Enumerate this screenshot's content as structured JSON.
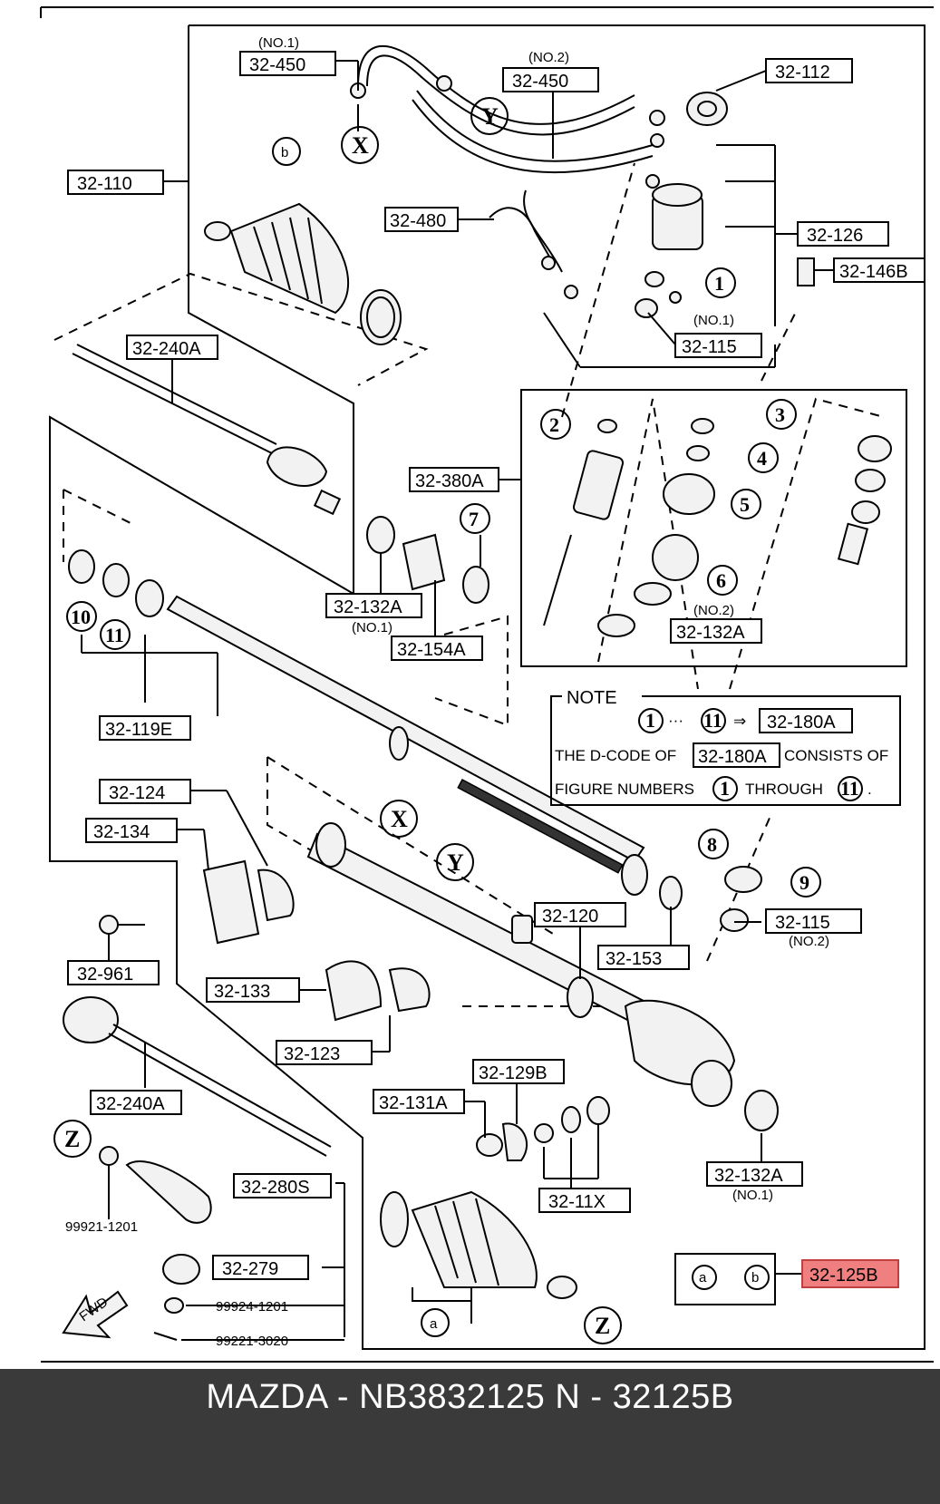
{
  "labels": {
    "p32_450_no1_note": "(NO.1)",
    "p32_450_no1": "32-450",
    "p32_450_no2_note": "(NO.2)",
    "p32_450_no2": "32-450",
    "p32_112": "32-112",
    "p32_110": "32-110",
    "p32_480": "32-480",
    "p32_126": "32-126",
    "p32_146b": "32-146B",
    "p32_115_no1_note": "(NO.1)",
    "p32_115_no1": "32-115",
    "p32_240a_top": "32-240A",
    "p32_380a": "32-380A",
    "p32_132a_no2_note": "(NO.2)",
    "p32_132a_no2": "32-132A",
    "p32_132a_no1": "32-132A",
    "p32_132a_no1_note": "(NO.1)",
    "p32_154a": "32-154A",
    "p32_119e": "32-119E",
    "p32_124": "32-124",
    "p32_134": "32-134",
    "p32_120": "32-120",
    "p32_153": "32-153",
    "p32_115_no2": "32-115",
    "p32_115_no2_note": "(NO.2)",
    "p32_961": "32-961",
    "p32_133": "32-133",
    "p32_123": "32-123",
    "p32_240a_bottom": "32-240A",
    "p32_129b": "32-129B",
    "p32_131a": "32-131A",
    "p32_11x": "32-11X",
    "p32_132a_bottom": "32-132A",
    "p32_132a_bottom_note": "(NO.1)",
    "p32_280s": "32-280S",
    "p32_279": "32-279",
    "p99921_1201": "99921-1201",
    "p99924_1201": "99924-1201",
    "p99221_3020": "99221-3020",
    "p32_125b": "32-125B",
    "fwd": "FWD"
  },
  "callouts": {
    "c1": "1",
    "c2": "2",
    "c3": "3",
    "c4": "4",
    "c5": "5",
    "c6": "6",
    "c7": "7",
    "c8": "8",
    "c9": "9",
    "c10": "10",
    "c11": "11",
    "x_top": "X",
    "y_top": "Y",
    "x_mid": "X",
    "y_mid": "Y",
    "z_left": "Z",
    "z_right": "Z",
    "a_small": "a",
    "b_small": "b",
    "a_boot": "a",
    "b_boot": "b"
  },
  "note": {
    "title": "NOTE",
    "from": "1",
    "to": "11",
    "code": "32-180A",
    "line2_pre": "THE D-CODE OF",
    "line2_code": "32-180A",
    "line2_post": "CONSISTS OF",
    "line3_pre": "FIGURE NUMBERS",
    "line3_from": "1",
    "line3_mid": "THROUGH",
    "line3_to": "11",
    "line3_end": "."
  },
  "highlight_color": "#f08080",
  "footer": {
    "text": "MAZDA - NB3832125    N - 32125B"
  }
}
